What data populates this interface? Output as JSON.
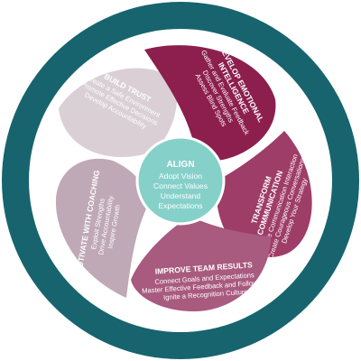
{
  "ring_title": "TEAM PERFORMANCE FRAMEWORK",
  "center": {
    "title": "ALIGN",
    "lines": [
      "Adopt Vision",
      "Connect Values",
      "Understand",
      "Expectations"
    ]
  },
  "petals": [
    {
      "title": "BUILD TRUST",
      "lines": [
        "Create a Safe Environment",
        "Promote Effective Decisions",
        "Develop Accountability"
      ],
      "color": "#d9cfd4"
    },
    {
      "title": "DEVELOP EMOTIONAL INTELLIGENCE",
      "title_lines": [
        "DEVELOP EMOTIONAL",
        "INTELLIGENCE"
      ],
      "lines": [
        "Gather and Evaluate Feedback",
        "Discover Strengths",
        "Assess Blind Spots"
      ],
      "color": "#8c1f4e"
    },
    {
      "title": "TRANSFORM COMMUNICATION",
      "title_lines": [
        "TRANSFORM",
        "COMMUNICATION"
      ],
      "lines": [
        "Practice Communication Interaction",
        "Create Courageous Conversations",
        "Develop Your Strategy"
      ],
      "color": "#9e3d67"
    },
    {
      "title": "IMPROVE TEAM RESULTS",
      "lines": [
        "Connect Goals and Expectations",
        "Master Effective Feedback and Follow Up",
        "Ignite a Recognition Culture"
      ],
      "color": "#a85a7f"
    },
    {
      "title": "MOTIVATE WITH COACHING",
      "lines": [
        "Exploit Strengths",
        "Drive Accountability",
        "Inspire Growth"
      ],
      "color": "#bfa9b6"
    }
  ],
  "colors": {
    "ring": "#17646e",
    "ring_inner_edge": "#ffffff",
    "center": "#86d0ca"
  }
}
